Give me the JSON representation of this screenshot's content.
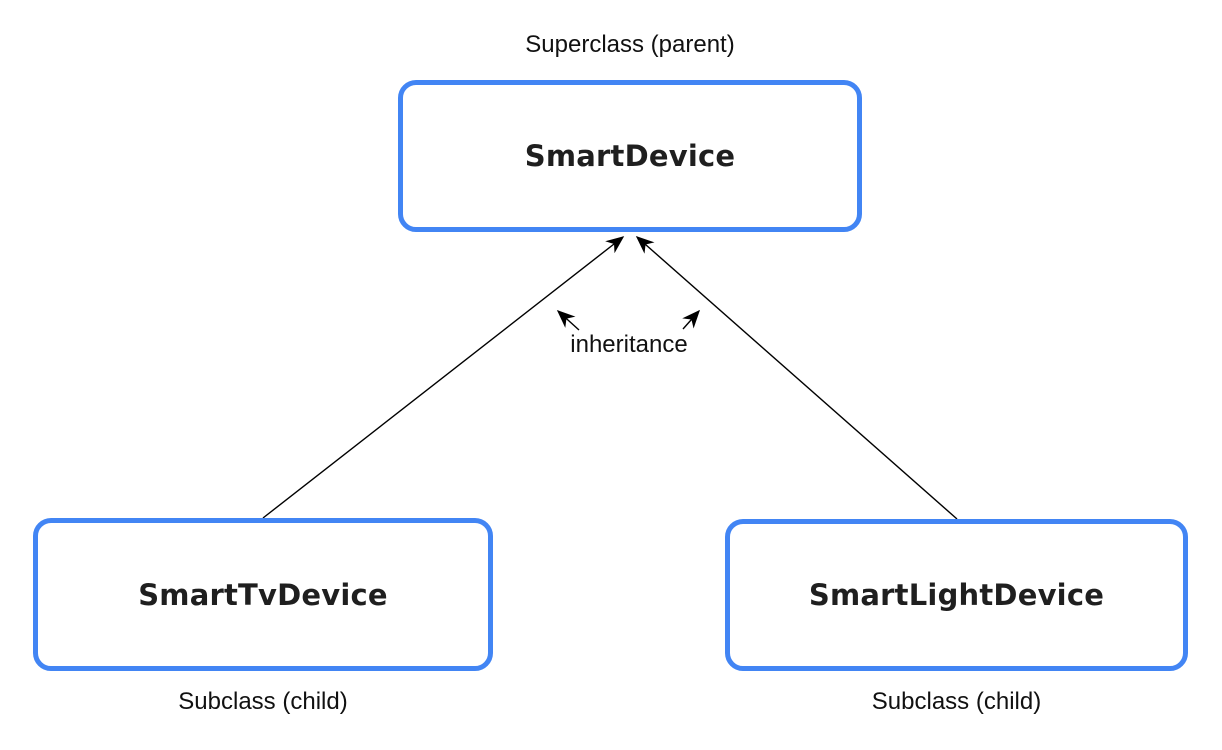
{
  "diagram": {
    "superclass_caption": "Superclass (parent)",
    "parent_class": {
      "name": "SmartDevice"
    },
    "inheritance_label": "inheritance",
    "child_classes": [
      {
        "name": "SmartTvDevice",
        "caption": "Subclass (child)"
      },
      {
        "name": "SmartLightDevice",
        "caption": "Subclass (child)"
      }
    ],
    "colors": {
      "box_border": "#4285F4",
      "box_fill": "#ffffff",
      "text": "#1f1f1f",
      "arrow": "#000000",
      "background": "#ffffff"
    }
  }
}
